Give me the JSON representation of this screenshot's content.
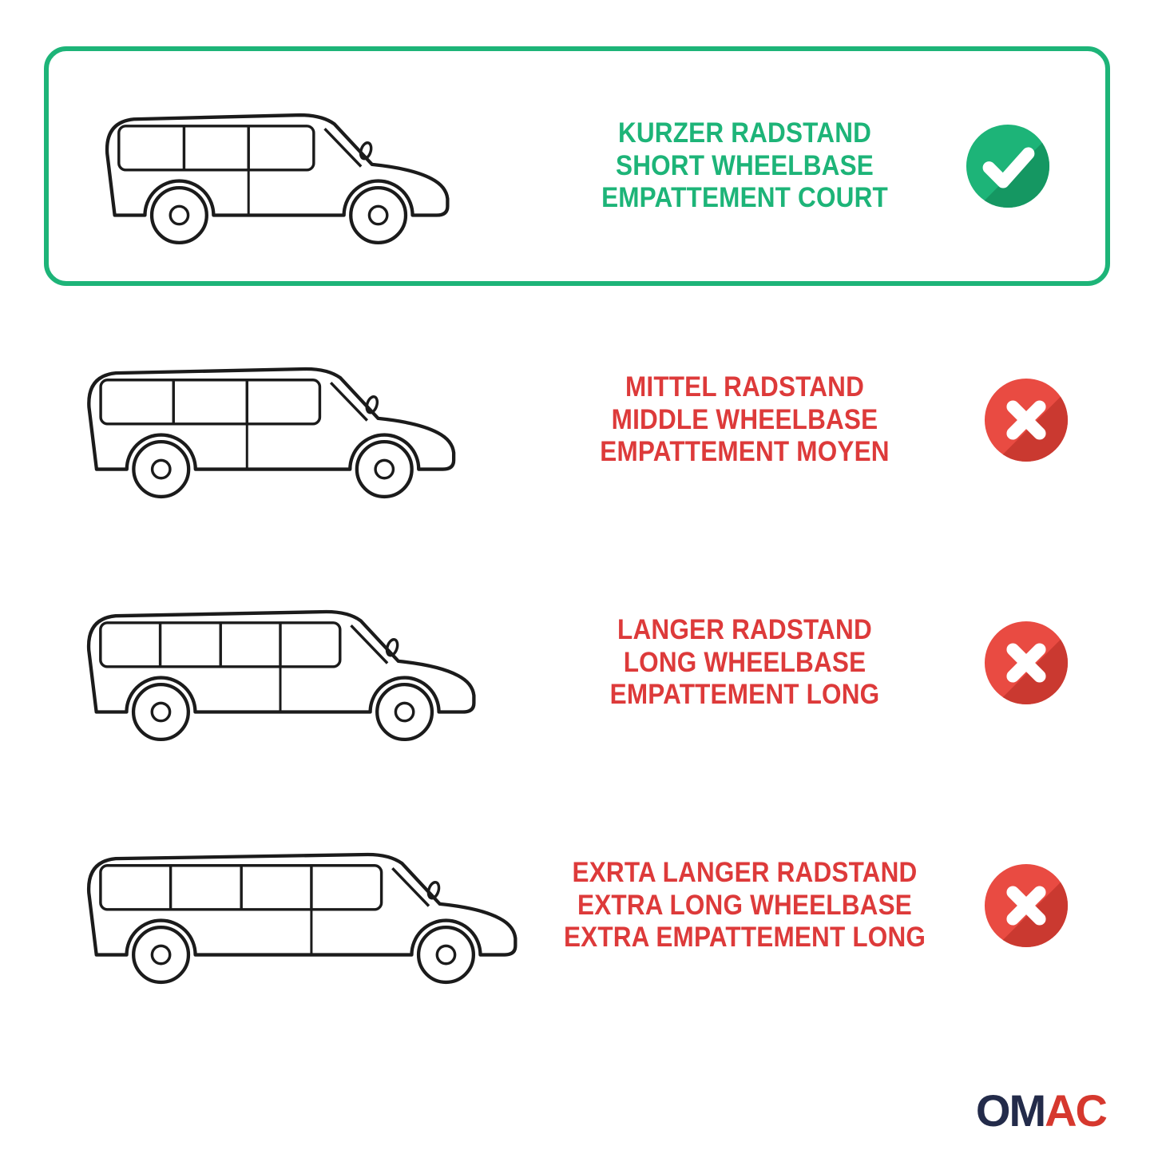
{
  "rows": [
    {
      "id": "short-wheelbase",
      "lines": [
        "KURZER RADSTAND",
        "SHORT WHEELBASE",
        "EMPATTEMENT COURT"
      ],
      "status": "check"
    },
    {
      "id": "middle-wheelbase",
      "lines": [
        "MITTEL RADSTAND",
        "MIDDLE WHEELBASE",
        "EMPATTEMENT MOYEN"
      ],
      "status": "cross"
    },
    {
      "id": "long-wheelbase",
      "lines": [
        "LANGER RADSTAND",
        "LONG WHEELBASE",
        "EMPATTEMENT LONG"
      ],
      "status": "cross"
    },
    {
      "id": "extra-long-wheelbase",
      "lines": [
        "EXRTA LANGER RADSTAND",
        "EXTRA LONG WHEELBASE",
        "EXTRA EMPATTEMENT LONG"
      ],
      "status": "cross"
    }
  ],
  "colors": {
    "green": "#1db478",
    "green_dark": "#15935f",
    "red_text": "#dd3a3a",
    "red": "#e94b42",
    "red_dark": "#c6372f",
    "line": "#1b1b1b"
  },
  "logo": {
    "part1": "OM",
    "part2": "AC",
    "part1_color": "#232b4a",
    "part2_color": "#d6382e"
  }
}
